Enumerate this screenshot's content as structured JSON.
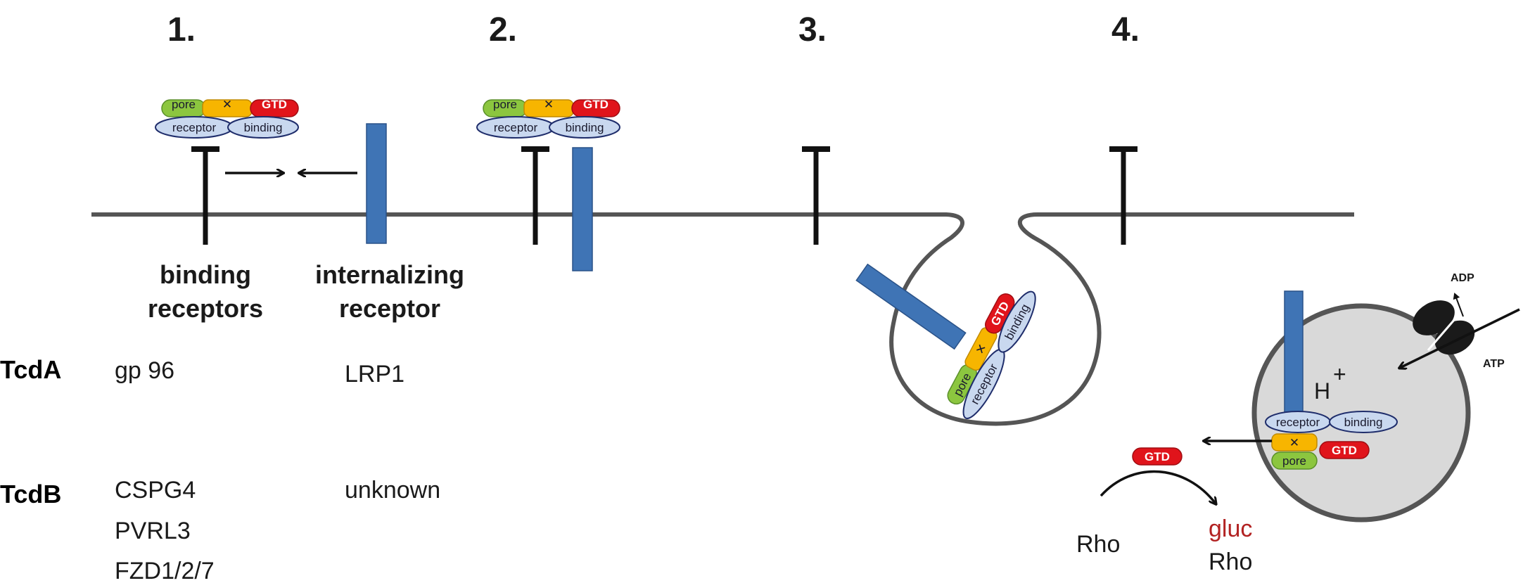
{
  "steps": [
    "1.",
    "2.",
    "3.",
    "4."
  ],
  "headers": {
    "binding_line1": "binding",
    "binding_line2": "receptors",
    "internalizing_line1": "internalizing",
    "internalizing_line2": "receptor"
  },
  "toxins": [
    {
      "name": "TcdA",
      "binding": [
        "gp 96"
      ],
      "internalizing": [
        "LRP1"
      ]
    },
    {
      "name": "TcdB",
      "binding": [
        "CSPG4",
        "PVRL3",
        "FZD1/2/7"
      ],
      "internalizing": [
        "unknown"
      ]
    }
  ],
  "domains": {
    "pore": "pore",
    "protease": "✕",
    "gtd": "GTD",
    "receptor": "receptor",
    "binding": "binding"
  },
  "labels": {
    "adp": "ADP",
    "atp": "ATP",
    "h": "H",
    "plus": "+",
    "rho": "Rho",
    "gluc": "gluc"
  },
  "colors": {
    "pore": "#8cc63f",
    "protease": "#f7b500",
    "gtd": "#e0141b",
    "binding_domain": "#c9d8ef",
    "receptor_blue": "#3f74b5",
    "membrane": "#555555",
    "vesicle_fill": "#d9d9d9",
    "gluc_red": "#b22222"
  }
}
